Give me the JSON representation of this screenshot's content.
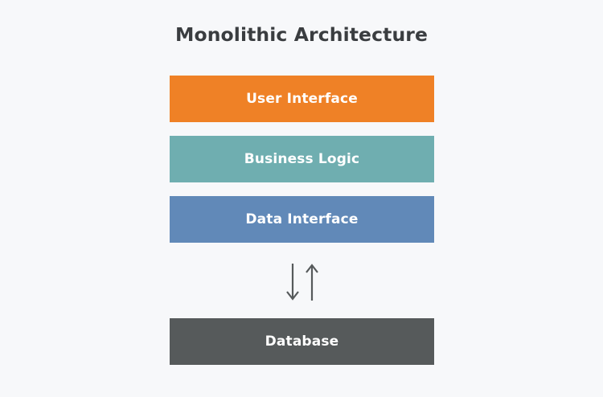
{
  "diagram": {
    "title": "Monolithic Architecture",
    "background_color": "#f7f8fa",
    "title_color": "#3a3d40",
    "layers": [
      {
        "label": "User Interface",
        "color": "#ef8126",
        "text_color": "#ffffff"
      },
      {
        "label": "Business Logic",
        "color": "#6faeb0",
        "text_color": "#ffffff"
      },
      {
        "label": "Data Interface",
        "color": "#6189b8",
        "text_color": "#ffffff"
      }
    ],
    "connector": {
      "arrow_down": "arrow-down-icon",
      "arrow_up": "arrow-up-icon",
      "color": "#565a5b"
    },
    "datastore": {
      "label": "Database",
      "color": "#565a5b",
      "text_color": "#ffffff"
    }
  }
}
